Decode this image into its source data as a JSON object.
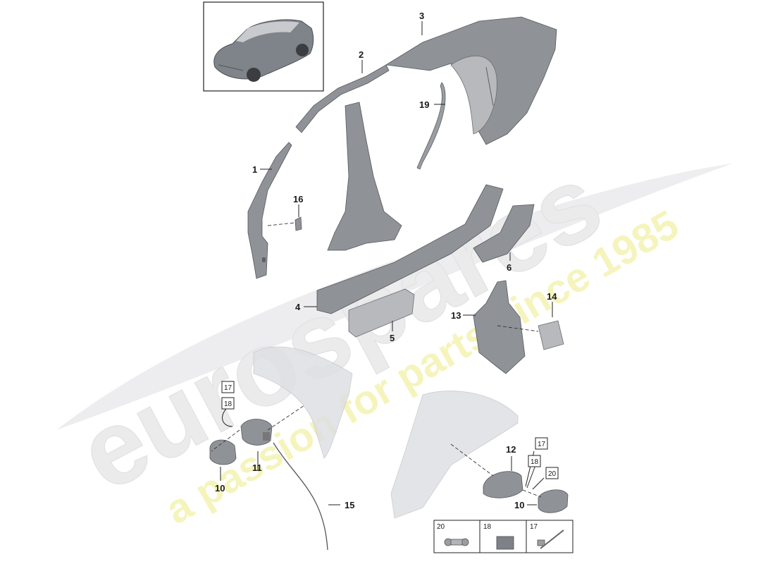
{
  "watermark": {
    "brand": "eurospares",
    "tagline": "a passion for parts since 1985"
  },
  "callouts": [
    {
      "id": "c1",
      "text": "1"
    },
    {
      "id": "c2",
      "text": "2"
    },
    {
      "id": "c3",
      "text": "3"
    },
    {
      "id": "c4",
      "text": "4"
    },
    {
      "id": "c5",
      "text": "5"
    },
    {
      "id": "c6",
      "text": "6"
    },
    {
      "id": "c10a",
      "text": "10"
    },
    {
      "id": "c10b",
      "text": "10"
    },
    {
      "id": "c11",
      "text": "11"
    },
    {
      "id": "c12",
      "text": "12"
    },
    {
      "id": "c13",
      "text": "13"
    },
    {
      "id": "c14",
      "text": "14"
    },
    {
      "id": "c15",
      "text": "15"
    },
    {
      "id": "c16",
      "text": "16"
    },
    {
      "id": "c19",
      "text": "19"
    }
  ],
  "boxed_callouts": [
    {
      "id": "b17a",
      "text": "17"
    },
    {
      "id": "b18a",
      "text": "18"
    },
    {
      "id": "b17b",
      "text": "17"
    },
    {
      "id": "b18b",
      "text": "18"
    },
    {
      "id": "b20",
      "text": "20"
    }
  ],
  "legend": [
    {
      "id": "l20",
      "text": "20"
    },
    {
      "id": "l18",
      "text": "18"
    },
    {
      "id": "l17",
      "text": "17"
    }
  ]
}
